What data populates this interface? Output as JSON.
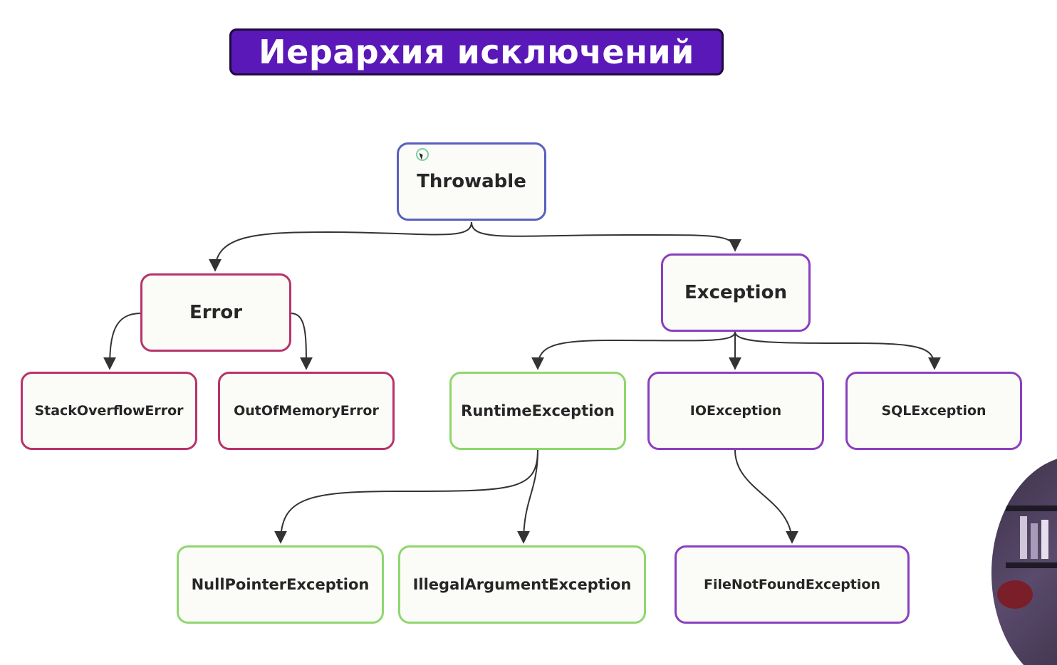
{
  "title": "Иерархия исключений",
  "nodes": {
    "throwable": "Throwable",
    "error": "Error",
    "exception": "Exception",
    "stack_overflow_error": "StackOverflowError",
    "out_of_memory_error": "OutOfMemoryError",
    "runtime_exception": "RuntimeException",
    "io_exception": "IOException",
    "sql_exception": "SQLException",
    "null_pointer_exception": "NullPointerException",
    "illegal_argument_exception": "IllegalArgumentException",
    "file_not_found_exception": "FileNotFoundException"
  },
  "edges": [
    [
      "throwable",
      "error"
    ],
    [
      "throwable",
      "exception"
    ],
    [
      "error",
      "stack_overflow_error"
    ],
    [
      "error",
      "out_of_memory_error"
    ],
    [
      "exception",
      "runtime_exception"
    ],
    [
      "exception",
      "io_exception"
    ],
    [
      "exception",
      "sql_exception"
    ],
    [
      "runtime_exception",
      "null_pointer_exception"
    ],
    [
      "runtime_exception",
      "illegal_argument_exception"
    ],
    [
      "io_exception",
      "file_not_found_exception"
    ]
  ],
  "colors": {
    "title_background": "#5b18b8",
    "title_text": "#ffffff",
    "throwable_border": "#5a5fbf",
    "error_family_border": "#b8336a",
    "exception_family_border": "#8a3fc0",
    "runtime_family_border": "#8fd66e",
    "edge": "#333333"
  }
}
